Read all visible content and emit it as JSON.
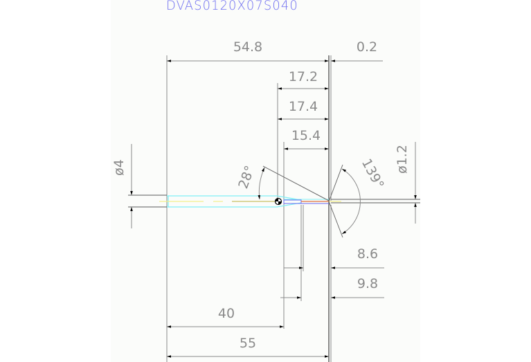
{
  "drawing": {
    "title": "DVAS0120X07S040",
    "title_color": "#6f6ff0",
    "background": "#fbfcfa",
    "line_colors": {
      "outline": "#4a4a4a",
      "dimension": "#8a8a8a",
      "body_edge": "#7ff0f5",
      "centerline": "#f2ee8a",
      "tip_red": "#e0703a",
      "tip_blue": "#6a6af0"
    },
    "dimensions": {
      "overall_to_tip": "54.8",
      "tip_offset": "0.2",
      "flute_a": "17.2",
      "flute_b": "17.4",
      "flute_c": "15.4",
      "diameter_shank": "ø4",
      "diameter_tip": "ø1.2",
      "taper_angle": "28°",
      "point_angle": "139°",
      "step_a": "8.6",
      "step_b": "9.8",
      "shank_length": "40",
      "overall_length": "55"
    }
  }
}
